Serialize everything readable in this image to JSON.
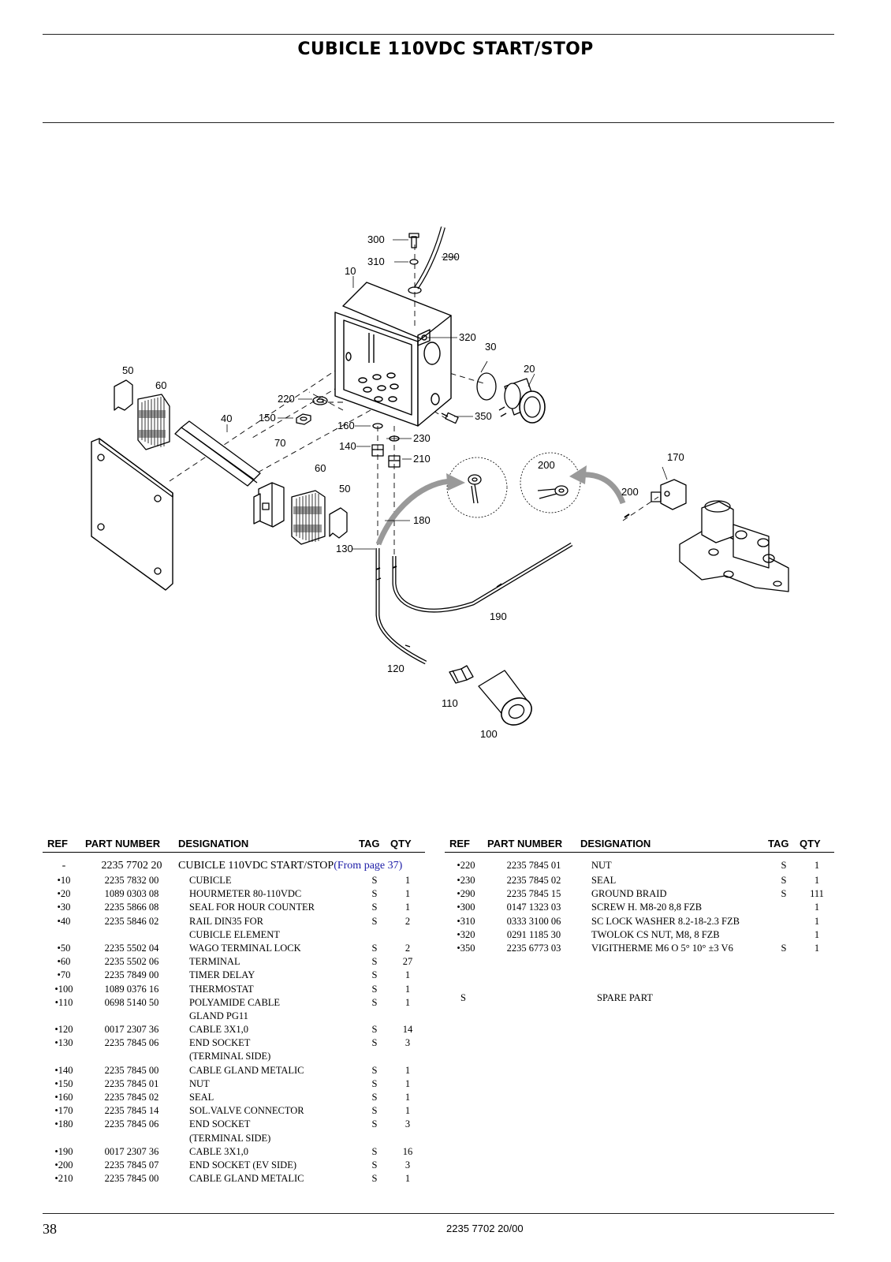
{
  "page": {
    "title": "CUBICLE 110VDC START/STOP",
    "page_number": "38",
    "doc_number": "2235 7702 20/00"
  },
  "diagram": {
    "labels": {
      "l300": "300",
      "l310": "310",
      "l290": "290",
      "l10": "10",
      "l320": "320",
      "l30": "30",
      "l20": "20",
      "l50a": "50",
      "l60a": "60",
      "l220": "220",
      "l150": "150",
      "l40": "40",
      "l350": "350",
      "l160": "160",
      "l230": "230",
      "l140": "140",
      "l210": "210",
      "l70": "70",
      "l60b": "60",
      "l50b": "50",
      "l200a": "200",
      "l170": "170",
      "l200b": "200",
      "l180": "180",
      "l130": "130",
      "l190": "190",
      "l120": "120",
      "l110": "110",
      "l100": "100"
    }
  },
  "table_headers": {
    "ref": "REF",
    "part_number": "PART NUMBER",
    "designation": "DESIGNATION",
    "tag": "TAG",
    "qty": "QTY"
  },
  "main_assembly": {
    "ref": "-",
    "part_number": "2235 7702 20",
    "designation": "CUBICLE 110VDC START/STOP",
    "from": "(From page 37)"
  },
  "left_rows": [
    {
      "ref": "•10",
      "pn": "2235 7832 00",
      "des": "CUBICLE",
      "tag": "S",
      "qty": "1"
    },
    {
      "ref": "•20",
      "pn": "1089 0303 08",
      "des": "HOURMETER 80-110VDC",
      "tag": "S",
      "qty": "1"
    },
    {
      "ref": "•30",
      "pn": "2235 5866 08",
      "des": "SEAL FOR HOUR COUNTER",
      "tag": "S",
      "qty": "1"
    },
    {
      "ref": "•40",
      "pn": "2235 5846 02",
      "des": "RAIL DIN35 FOR",
      "tag": "S",
      "qty": "2"
    },
    {
      "ref": "",
      "pn": "",
      "des": "CUBICLE ELEMENT",
      "tag": "",
      "qty": ""
    },
    {
      "ref": "•50",
      "pn": "2235 5502 04",
      "des": "WAGO TERMINAL LOCK",
      "tag": "S",
      "qty": "2"
    },
    {
      "ref": "•60",
      "pn": "2235 5502 06",
      "des": "TERMINAL",
      "tag": "S",
      "qty": "27"
    },
    {
      "ref": "•70",
      "pn": "2235 7849 00",
      "des": "TIMER DELAY",
      "tag": "S",
      "qty": "1"
    },
    {
      "ref": "•100",
      "pn": "1089 0376 16",
      "des": "THERMOSTAT",
      "tag": "S",
      "qty": "1"
    },
    {
      "ref": "•110",
      "pn": "0698 5140 50",
      "des": "POLYAMIDE CABLE",
      "tag": "S",
      "qty": "1"
    },
    {
      "ref": "",
      "pn": "",
      "des": "GLAND PG11",
      "tag": "",
      "qty": ""
    },
    {
      "ref": "•120",
      "pn": "0017 2307 36",
      "des": "CABLE 3X1,0",
      "tag": "S",
      "qty": "14"
    },
    {
      "ref": "•130",
      "pn": "2235 7845 06",
      "des": "END SOCKET",
      "tag": "S",
      "qty": "3"
    },
    {
      "ref": "",
      "pn": "",
      "des": "(TERMINAL SIDE)",
      "tag": "",
      "qty": ""
    },
    {
      "ref": "•140",
      "pn": "2235 7845 00",
      "des": "CABLE GLAND METALIC",
      "tag": "S",
      "qty": "1"
    },
    {
      "ref": "•150",
      "pn": "2235 7845 01",
      "des": "NUT",
      "tag": "S",
      "qty": "1"
    },
    {
      "ref": "•160",
      "pn": "2235 7845 02",
      "des": "SEAL",
      "tag": "S",
      "qty": "1"
    },
    {
      "ref": "•170",
      "pn": "2235 7845 14",
      "des": "SOL.VALVE CONNECTOR",
      "tag": "S",
      "qty": "1"
    },
    {
      "ref": "•180",
      "pn": "2235 7845 06",
      "des": "END SOCKET",
      "tag": "S",
      "qty": "3"
    },
    {
      "ref": "",
      "pn": "",
      "des": "(TERMINAL SIDE)",
      "tag": "",
      "qty": ""
    },
    {
      "ref": "•190",
      "pn": "0017 2307 36",
      "des": "CABLE 3X1,0",
      "tag": "S",
      "qty": "16"
    },
    {
      "ref": "•200",
      "pn": "2235 7845 07",
      "des": "END SOCKET (EV SIDE)",
      "tag": "S",
      "qty": "3"
    },
    {
      "ref": "•210",
      "pn": "2235 7845 00",
      "des": "CABLE GLAND METALIC",
      "tag": "S",
      "qty": "1"
    }
  ],
  "right_rows": [
    {
      "ref": "•220",
      "pn": "2235 7845 01",
      "des": "NUT",
      "tag": "S",
      "qty": "1"
    },
    {
      "ref": "•230",
      "pn": "2235 7845 02",
      "des": "SEAL",
      "tag": "S",
      "qty": "1"
    },
    {
      "ref": "•290",
      "pn": "2235 7845 15",
      "des": "GROUND BRAID",
      "tag": "S",
      "qty": "111"
    },
    {
      "ref": "•300",
      "pn": "0147 1323 03",
      "des": "SCREW H. M8-20 8,8 FZB",
      "tag": "",
      "qty": "1"
    },
    {
      "ref": "•310",
      "pn": "0333 3100 06",
      "des": "SC LOCK WASHER 8.2-18-2.3 FZB",
      "tag": "",
      "qty": "1"
    },
    {
      "ref": "•320",
      "pn": "0291 1185 30",
      "des": "TWOLOK CS NUT, M8, 8 FZB",
      "tag": "",
      "qty": "1"
    },
    {
      "ref": "•350",
      "pn": "2235 6773 03",
      "des": "VIGITHERME M6 O 5° 10° ±3 V6",
      "tag": "S",
      "qty": "1"
    }
  ],
  "legend": {
    "key": "S",
    "value": "SPARE PART"
  }
}
